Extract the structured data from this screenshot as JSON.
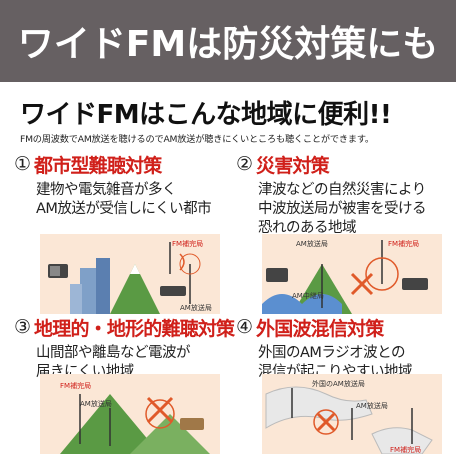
{
  "banner": {
    "title": "ワイドFMは防災対策にも"
  },
  "headline": "ワイドFMはこんな地域に便利!!",
  "subline": "FMの周波数でAM放送を聴けるのでAM放送が聴きにくいところも聴くことができます。",
  "colors": {
    "banner_bg": "#666062",
    "accent_red": "#d0201a",
    "illustration_bg": "#fbe7d6"
  },
  "sections": [
    {
      "num": "①",
      "title": "都市型難聴対策",
      "desc": [
        "建物や電気雑音が多く",
        "AM放送が受信しにくい都市"
      ],
      "labels": {
        "fm": "FM補完局",
        "am": "AM放送局"
      }
    },
    {
      "num": "②",
      "title": "災害対策",
      "desc": [
        "津波などの自然災害により",
        "中波放送局が被害を受ける",
        "恐れのある地域"
      ],
      "labels": {
        "fm": "FM補完局",
        "am": "AM放送局",
        "am2": "AM中継局"
      }
    },
    {
      "num": "③",
      "title": "地理的・地形的難聴対策",
      "desc": [
        "山間部や離島など電波が",
        "届きにくい地域"
      ],
      "labels": {
        "fm": "FM補完局",
        "am": "AM放送局"
      }
    },
    {
      "num": "④",
      "title": "外国波混信対策",
      "desc": [
        "外国のAMラジオ波との",
        "混信が起こりやすい地域"
      ],
      "labels": {
        "fm": "FM補完局",
        "am": "AM放送局",
        "foreign": "外国のAM放送局"
      }
    }
  ]
}
